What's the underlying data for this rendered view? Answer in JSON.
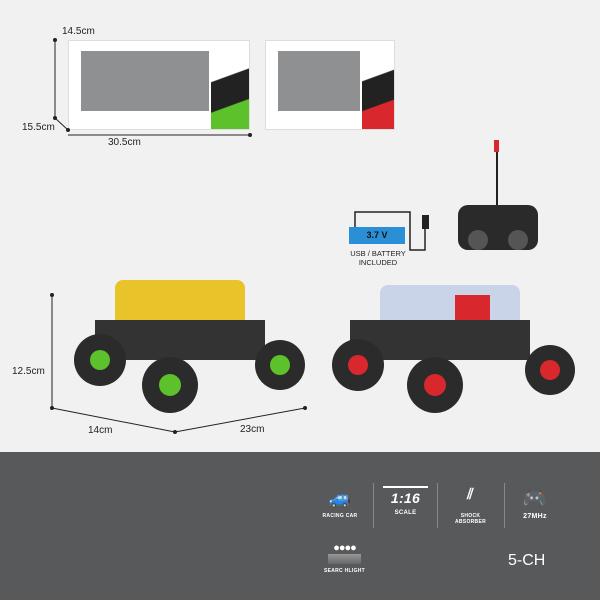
{
  "dimensions": {
    "box_height": "14.5cm",
    "box_depth": "15.5cm",
    "box_width": "30.5cm",
    "car_height": "12.5cm",
    "car_depth": "14cm",
    "car_length": "23cm"
  },
  "battery": {
    "voltage": "3.7 V",
    "label": "USB / BATTERY INCLUDED"
  },
  "features": [
    {
      "icon": "racing-car-icon",
      "label": "RACING CAR"
    },
    {
      "icon": "scale-icon",
      "value": "1:16",
      "label": "SCALE"
    },
    {
      "icon": "shock-absorber-icon",
      "label": "SHOCK ABSORBER"
    },
    {
      "icon": "gamepad-icon",
      "label": "27MHz"
    },
    {
      "icon": "searchlight-icon",
      "label": "SEARC HLIGHT"
    }
  ],
  "channels": "5-CH",
  "colors": {
    "green": "#5cc12a",
    "red": "#d8282e",
    "panel": "#58595b",
    "battery": "#2b8fd6"
  }
}
